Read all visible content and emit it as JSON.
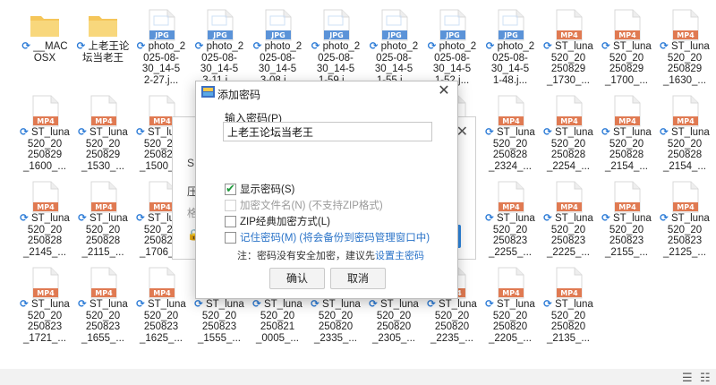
{
  "files": [
    {
      "type": "folder",
      "l1": "__MAC",
      "l2": "OSX",
      "l3": "",
      "l4": "",
      "sync": true
    },
    {
      "type": "folder",
      "l1": "上老王论",
      "l2": "坛当老王",
      "l3": "",
      "l4": "",
      "sync": true
    },
    {
      "type": "jpg",
      "l1": "photo_2",
      "l2": "025-08-",
      "l3": "30_14-5",
      "l4": "2-27.j...",
      "sync": true
    },
    {
      "type": "jpg",
      "l1": "photo_2",
      "l2": "025-08-",
      "l3": "30_14-5",
      "l4": "3-11.j...",
      "sync": true
    },
    {
      "type": "jpg",
      "l1": "photo_2",
      "l2": "025-08-",
      "l3": "30_14-5",
      "l4": "3-08.j...",
      "sync": true
    },
    {
      "type": "jpg",
      "l1": "photo_2",
      "l2": "025-08-",
      "l3": "30_14-5",
      "l4": "1-59.j...",
      "sync": true
    },
    {
      "type": "jpg",
      "l1": "photo_2",
      "l2": "025-08-",
      "l3": "30_14-5",
      "l4": "1-55.j...",
      "sync": true
    },
    {
      "type": "jpg",
      "l1": "photo_2",
      "l2": "025-08-",
      "l3": "30_14-5",
      "l4": "1-52.j...",
      "sync": true
    },
    {
      "type": "jpg",
      "l1": "photo_2",
      "l2": "025-08-",
      "l3": "30_14-5",
      "l4": "1-48.j...",
      "sync": true
    },
    {
      "type": "mp4",
      "l1": "ST_luna",
      "l2": "520_20",
      "l3": "250829",
      "l4": "_1730_...",
      "sync": true
    },
    {
      "type": "mp4",
      "l1": "ST_luna",
      "l2": "520_20",
      "l3": "250829",
      "l4": "_1700_...",
      "sync": true
    },
    {
      "type": "mp4",
      "l1": "ST_luna",
      "l2": "520_20",
      "l3": "250829",
      "l4": "_1630_...",
      "sync": true
    },
    {
      "type": "mp4",
      "l1": "ST_luna",
      "l2": "520_20",
      "l3": "250829",
      "l4": "_1600_...",
      "sync": true
    },
    {
      "type": "mp4",
      "l1": "ST_luna",
      "l2": "520_20",
      "l3": "250829",
      "l4": "_1530_...",
      "sync": true
    },
    {
      "type": "mp4",
      "l1": "ST_luna",
      "l2": "520_20",
      "l3": "250828",
      "l4": "_1500_...",
      "sync": true
    },
    {
      "type": "mp4",
      "l1": "",
      "l2": "",
      "l3": "",
      "l4": "",
      "sync": false
    },
    {
      "type": "mp4",
      "l1": "",
      "l2": "",
      "l3": "",
      "l4": "",
      "sync": false
    },
    {
      "type": "mp4",
      "l1": "",
      "l2": "",
      "l3": "",
      "l4": "",
      "sync": false
    },
    {
      "type": "mp4",
      "l1": "",
      "l2": "",
      "l3": "",
      "l4": "",
      "sync": false
    },
    {
      "type": "mp4",
      "l1": "",
      "l2": "",
      "l3": "",
      "l4": "",
      "sync": false
    },
    {
      "type": "mp4",
      "l1": "ST_luna",
      "l2": "520_20",
      "l3": "250828",
      "l4": "_2324_...",
      "sync": true
    },
    {
      "type": "mp4",
      "l1": "ST_luna",
      "l2": "520_20",
      "l3": "250828",
      "l4": "_2254_...",
      "sync": true
    },
    {
      "type": "mp4",
      "l1": "ST_luna",
      "l2": "520_20",
      "l3": "250828",
      "l4": "_2154_...",
      "sync": true
    },
    {
      "type": "mp4",
      "l1": "ST_luna",
      "l2": "520_20",
      "l3": "250828",
      "l4": "_2154_...",
      "sync": true
    },
    {
      "type": "mp4",
      "l1": "ST_luna",
      "l2": "520_20",
      "l3": "250828",
      "l4": "_2145_...",
      "sync": true
    },
    {
      "type": "mp4",
      "l1": "ST_luna",
      "l2": "520_20",
      "l3": "250828",
      "l4": "_2115_...",
      "sync": true
    },
    {
      "type": "mp4",
      "l1": "ST_luna",
      "l2": "520_20",
      "l3": "250828",
      "l4": "_1706_...",
      "sync": true
    },
    {
      "type": "mp4",
      "l1": "",
      "l2": "",
      "l3": "",
      "l4": "",
      "sync": false
    },
    {
      "type": "mp4",
      "l1": "",
      "l2": "",
      "l3": "",
      "l4": "",
      "sync": false
    },
    {
      "type": "mp4",
      "l1": "",
      "l2": "",
      "l3": "",
      "l4": "",
      "sync": false
    },
    {
      "type": "mp4",
      "l1": "",
      "l2": "",
      "l3": "",
      "l4": "",
      "sync": false
    },
    {
      "type": "mp4",
      "l1": "",
      "l2": "",
      "l3": "",
      "l4": "",
      "sync": false
    },
    {
      "type": "mp4",
      "l1": "ST_luna",
      "l2": "520_20",
      "l3": "250823",
      "l4": "_2255_...",
      "sync": true
    },
    {
      "type": "mp4",
      "l1": "ST_luna",
      "l2": "520_20",
      "l3": "250823",
      "l4": "_2225_...",
      "sync": true
    },
    {
      "type": "mp4",
      "l1": "ST_luna",
      "l2": "520_20",
      "l3": "250823",
      "l4": "_2155_...",
      "sync": true
    },
    {
      "type": "mp4",
      "l1": "ST_luna",
      "l2": "520_20",
      "l3": "250823",
      "l4": "_2125_...",
      "sync": true
    },
    {
      "type": "mp4",
      "l1": "ST_luna",
      "l2": "520_20",
      "l3": "250823",
      "l4": "_1721_...",
      "sync": true
    },
    {
      "type": "mp4",
      "l1": "ST_luna",
      "l2": "520_20",
      "l3": "250823",
      "l4": "_1655_...",
      "sync": true
    },
    {
      "type": "mp4",
      "l1": "ST_luna",
      "l2": "520_20",
      "l3": "250823",
      "l4": "_1625_...",
      "sync": true
    },
    {
      "type": "mp4",
      "l1": "ST_luna",
      "l2": "520_20",
      "l3": "250823",
      "l4": "_1555_...",
      "sync": true
    },
    {
      "type": "mp4",
      "l1": "ST_luna",
      "l2": "520_20",
      "l3": "250821",
      "l4": "_0005_...",
      "sync": true
    },
    {
      "type": "mp4",
      "l1": "ST_luna",
      "l2": "520_20",
      "l3": "250820",
      "l4": "_2335_...",
      "sync": true
    },
    {
      "type": "mp4",
      "l1": "ST_luna",
      "l2": "520_20",
      "l3": "250820",
      "l4": "_2305_...",
      "sync": true
    },
    {
      "type": "mp4",
      "l1": "ST_luna",
      "l2": "520_20",
      "l3": "250820",
      "l4": "_2235_...",
      "sync": true
    },
    {
      "type": "mp4",
      "l1": "ST_luna",
      "l2": "520_20",
      "l3": "250820",
      "l4": "_2205_...",
      "sync": true
    },
    {
      "type": "mp4",
      "l1": "ST_luna",
      "l2": "520_20",
      "l3": "250820",
      "l4": "_2135_...",
      "sync": true
    }
  ],
  "icon_labels": {
    "jpg": "JPG",
    "mp4": "MP4"
  },
  "background_dialog": {
    "frag1": "S",
    "frag2": "压",
    "frag3": "格",
    "frag4": "🔒"
  },
  "dialog": {
    "title": "添加密码",
    "password_label": "输入密码(P)",
    "password_value": "上老王论坛当老王",
    "show_password": "显示密码(S)",
    "encrypt_filenames": "加密文件名(N) (不支持ZIP格式)",
    "zip_legacy": "ZIP经典加密方式(L)",
    "remember_password": "记住密码(M) (将会备份到密码管理窗口中)",
    "note_text": "注：密码没有安全加密，建议先",
    "note_link": "设置主密码",
    "ok": "确认",
    "cancel": "取消"
  },
  "status_bar": {
    "view1": "☰",
    "view2": "☷"
  },
  "colors": {
    "folder": "#f5c65a",
    "jpg": "#5b93d8",
    "mp4": "#e07a52",
    "sync": "#2a7ad6",
    "checkmark": "#1f9a3c"
  }
}
